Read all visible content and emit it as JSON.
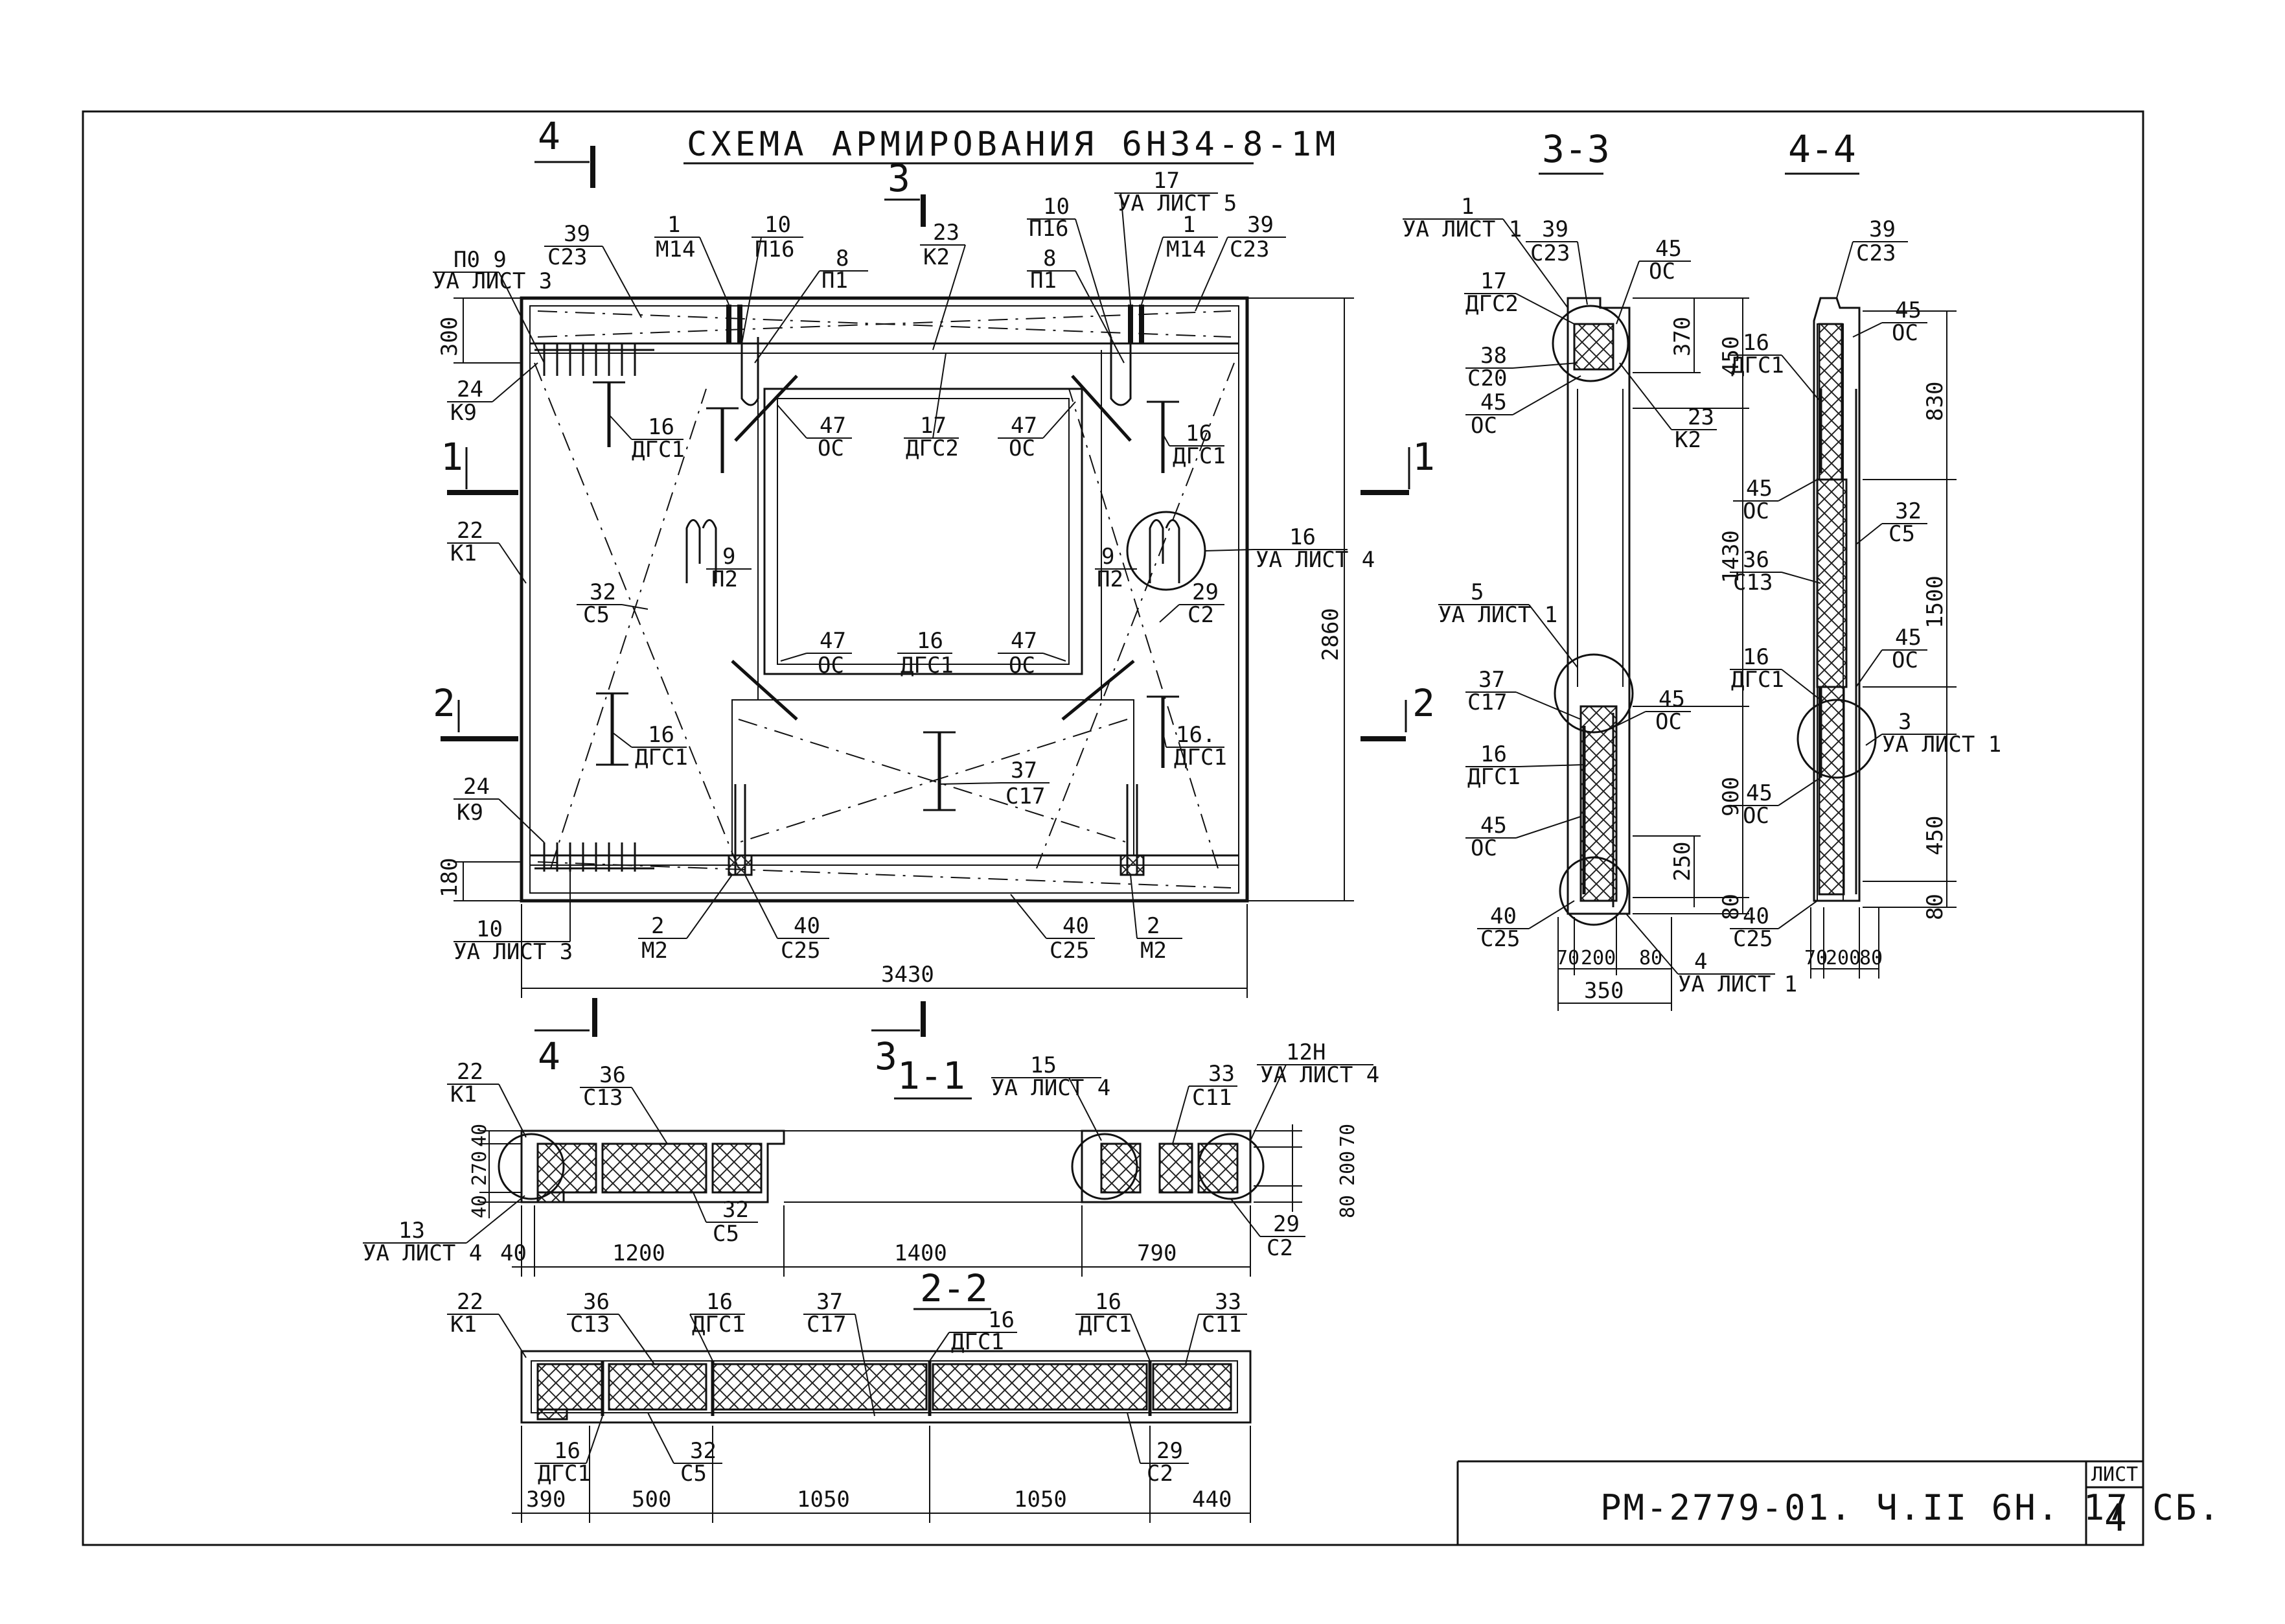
{
  "title": "СХЕМА АРМИРОВАНИЯ 6Н34-8-1М",
  "sections": {
    "s33": "3-3",
    "s44": "4-4",
    "s11": "1-1",
    "s22": "2-2",
    "cut4": "4",
    "cut3": "3",
    "cut1": "1",
    "cut2": "2"
  },
  "elevation": {
    "labels": {
      "p9_num": "П0 9",
      "p9_ref": "УА ЛИСТ 3",
      "c39a_num": "39",
      "c39a_ref": "С23",
      "m14a_num": "1",
      "m14a_ref": "М14",
      "p16a_num": "10",
      "p16a_ref": "П16",
      "p1a_num": "8",
      "p1a_ref": "П1",
      "k2_num": "23",
      "k2_ref": "К2",
      "p16b_num": "10",
      "p16b_ref": "П16",
      "p1b_num": "8",
      "p1b_ref": "П1",
      "l5_num": "17",
      "l5_ref": "УА ЛИСТ 5",
      "m14b_num": "1",
      "m14b_ref": "М14",
      "c39b_num": "39",
      "c39b_ref": "С23",
      "k9a_num": "24",
      "k9a_ref": "К9",
      "dgs1a_num": "16",
      "dgs1a_ref": "ДГС1",
      "os47a_num": "47",
      "os47a_ref": "ОС",
      "dgs2_num": "17",
      "dgs2_ref": "ДГС2",
      "os47b_num": "47",
      "os47b_ref": "ОС",
      "dgs1b_num": "16",
      "dgs1b_ref": "ДГС1",
      "k1_num": "22",
      "k1_ref": "К1",
      "p2a_num": "9",
      "p2a_ref": "П2",
      "p2b_num": "9",
      "p2b_ref": "П2",
      "l4_num": "16",
      "l4_ref": "УА ЛИСТ 4",
      "c5_num": "32",
      "c5_ref": "С5",
      "c2_num": "29",
      "c2_ref": "С2",
      "os47c_num": "47",
      "os47c_ref": "ОС",
      "dgs1c_num": "16",
      "dgs1c_ref": "ДГС1",
      "os47d_num": "47",
      "os47d_ref": "ОС",
      "dgs1d_num": "16",
      "dgs1d_ref": "ДГС1",
      "dgs1e_num": "16.",
      "dgs1e_ref": "ДГС1",
      "c17_num": "37",
      "c17_ref": "С17",
      "k9b_num": "24",
      "k9b_ref": "К9",
      "l3_num": "10",
      "l3_ref": "УА ЛИСТ 3",
      "m2a_num": "2",
      "m2a_ref": "М2",
      "c25a_num": "40",
      "c25a_ref": "С25",
      "c25b_num": "40",
      "c25b_ref": "С25",
      "m2b_num": "2",
      "m2b_ref": "М2"
    },
    "dims": {
      "d300": "300",
      "d180": "180",
      "d2860": "2860",
      "d3430": "3430"
    }
  },
  "section33": {
    "labels": {
      "l1_num": "1",
      "l1_ref": "УА ЛИСТ 1",
      "c23_num": "39",
      "c23_ref": "С23",
      "os45a_num": "45",
      "os45a_ref": "ОС",
      "dgs2_num": "17",
      "dgs2_ref": "ДГС2",
      "c20_num": "38",
      "c20_ref": "С20",
      "os45b_num": "45",
      "os45b_ref": "ОС",
      "k2_num": "23",
      "k2_ref": "К2",
      "l1b_num": "5",
      "l1b_ref": "УА ЛИСТ 1",
      "c17_num": "37",
      "c17_ref": "С17",
      "os45c_num": "45",
      "os45c_ref": "ОС",
      "dgs1_num": "16",
      "dgs1_ref": "ДГС1",
      "os45d_num": "45",
      "os45d_ref": "ОС",
      "c25_num": "40",
      "c25_ref": "С25",
      "l1c_num": "4",
      "l1c_ref": "УА ЛИСТ 1"
    },
    "dims": {
      "d370": "370",
      "d450": "450",
      "d1430": "1430",
      "d900": "900",
      "d250": "250",
      "d80": "80",
      "d70": "70",
      "d200": "200",
      "d80b": "80",
      "d350": "350"
    }
  },
  "section44": {
    "labels": {
      "c23_num": "39",
      "c23_ref": "С23",
      "os45a_num": "45",
      "os45a_ref": "ОС",
      "dgs1a_num": "16",
      "dgs1a_ref": "ДГС1",
      "os45b_num": "45",
      "os45b_ref": "ОС",
      "c5_num": "32",
      "c5_ref": "С5",
      "c13_num": "36",
      "c13_ref": "С13",
      "dgs1b_num": "16",
      "dgs1b_ref": "ДГС1",
      "os45c_num": "45",
      "os45c_ref": "ОС",
      "l1_num": "3",
      "l1_ref": "УА ЛИСТ 1",
      "os45d_num": "45",
      "os45d_ref": "ОС",
      "c25_num": "40",
      "c25_ref": "С25"
    },
    "dims": {
      "d830": "830",
      "d1500": "1500",
      "d450": "450",
      "d80": "80",
      "d70": "70",
      "d200": "200",
      "d80b": "80"
    }
  },
  "section11": {
    "labels": {
      "k1_num": "22",
      "k1_ref": "К1",
      "c13_num": "36",
      "c13_ref": "С13",
      "l4a_num": "15",
      "l4a_ref": "УА ЛИСТ 4",
      "c11_num": "33",
      "c11_ref": "С11",
      "l4b_num": "12Н",
      "l4b_ref": "УА ЛИСТ 4",
      "c5_num": "32",
      "c5_ref": "С5",
      "l4c_num": "13",
      "l4c_ref": "УА ЛИСТ 4",
      "c2_num": "29",
      "c2_ref": "С2"
    },
    "dims": {
      "d40a": "40",
      "d270": "270",
      "d40b": "40",
      "d70": "70",
      "d200": "200",
      "d80": "80",
      "d40c": "40",
      "d1200": "1200",
      "d1400": "1400",
      "d790": "790"
    }
  },
  "section22": {
    "labels": {
      "k1_num": "22",
      "k1_ref": "К1",
      "c13_num": "36",
      "c13_ref": "С13",
      "dgs1a_num": "16",
      "dgs1a_ref": "ДГС1",
      "c17_num": "37",
      "c17_ref": "С17",
      "dgs1b_num": "16",
      "dgs1b_ref": "ДГС1",
      "dgs1c_num": "16",
      "dgs1c_ref": "ДГС1",
      "c11_num": "33",
      "c11_ref": "С11",
      "dgs1d_num": "16",
      "dgs1d_ref": "ДГС1",
      "c5_num": "32",
      "c5_ref": "С5",
      "c2_num": "29",
      "c2_ref": "С2"
    },
    "dims": {
      "d390": "390",
      "d500": "500",
      "d1050a": "1050",
      "d1050b": "1050",
      "d440": "440"
    }
  },
  "stamp": {
    "designation": "РМ-2779-01. Ч.II 6Н. 17 СБ.",
    "sheet_label": "ЛИСТ",
    "sheet_number": "4"
  }
}
